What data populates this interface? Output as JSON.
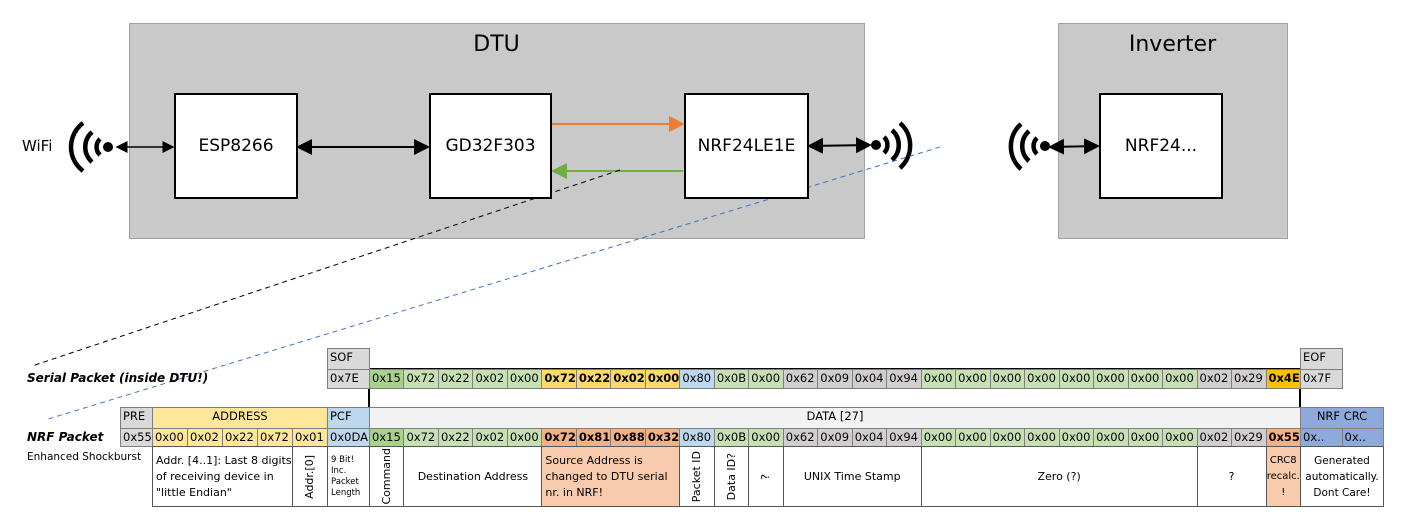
{
  "dtu": {
    "title": "DTU",
    "chips": [
      "ESP8266",
      "GD32F303",
      "NRF24LE1E"
    ]
  },
  "inverter": {
    "title": "Inverter",
    "chip": "NRF24..."
  },
  "wifi_label": "WiFi",
  "colors": {
    "box_gray": "#c9c9c9",
    "arrow_orange": "#ed7d31",
    "arrow_green": "#70ad47",
    "link_blue": "#4472c4",
    "cmd_green": "#a9d18e",
    "light_green": "#c6e0b4",
    "yellow": "#ffd966",
    "blue": "#bdd7ee",
    "gray": "#d0cece",
    "gold": "#ffc000",
    "salmon": "#f4b183",
    "peach": "#f8cbad",
    "crc_blue": "#8eaadb"
  },
  "serial": {
    "row_label": "Serial Packet (inside DTU!)",
    "sof_header": "SOF",
    "sof_value": "0x7E",
    "eof_header": "EOF",
    "eof_value": "0x7F",
    "bytes": [
      "0x15",
      "0x72",
      "0x22",
      "0x02",
      "0x00",
      "0x72",
      "0x22",
      "0x02",
      "0x00",
      "0x80",
      "0x0B",
      "0x00",
      "0x62",
      "0x09",
      "0x04",
      "0x94",
      "0x00",
      "0x00",
      "0x00",
      "0x00",
      "0x00",
      "0x00",
      "0x00",
      "0x00",
      "0x02",
      "0x29",
      "0x4E"
    ],
    "byte_colors": [
      "cmd",
      "lg",
      "lg",
      "lg",
      "lg",
      "yel",
      "yel",
      "yel",
      "yel",
      "blu",
      "lg",
      "lg",
      "gr",
      "gr",
      "gr",
      "gr",
      "lg",
      "lg",
      "lg",
      "lg",
      "lg",
      "lg",
      "lg",
      "lg",
      "gr",
      "gr",
      "gold"
    ]
  },
  "nrf": {
    "row_label": "NRF Packet",
    "sub_label": "Enhanced Shockburst",
    "pre_header": "PRE",
    "pre_value": "0x55",
    "address_header": "ADDRESS",
    "address_values": [
      "0x00",
      "0x02",
      "0x22",
      "0x72",
      "0x01"
    ],
    "pcf_header": "PCF",
    "pcf_value": "0x0DA",
    "data_header": "DATA [27]",
    "bytes": [
      "0x15",
      "0x72",
      "0x22",
      "0x02",
      "0x00",
      "0x72",
      "0x81",
      "0x88",
      "0x32",
      "0x80",
      "0x0B",
      "0x00",
      "0x62",
      "0x09",
      "0x04",
      "0x94",
      "0x00",
      "0x00",
      "0x00",
      "0x00",
      "0x00",
      "0x00",
      "0x00",
      "0x00",
      "0x02",
      "0x29",
      "0x55"
    ],
    "byte_colors": [
      "cmd",
      "lg",
      "lg",
      "lg",
      "lg",
      "sal",
      "sal",
      "sal",
      "sal",
      "blu",
      "lg",
      "lg",
      "gr",
      "gr",
      "gr",
      "gr",
      "lg",
      "lg",
      "lg",
      "lg",
      "lg",
      "lg",
      "lg",
      "lg",
      "gr",
      "gr",
      "sal"
    ],
    "crc_header": "NRF CRC",
    "crc_values": [
      "0x..",
      "0x.."
    ],
    "addr_desc": "Addr. [4..1]: Last 8 digits of receiving device in \"little Endian\"",
    "addr0_desc": "Addr.[0]",
    "pcf_desc": "9 Bit! Inc. Packet Length",
    "crc_desc": "Generated automatically. Dont Care!",
    "data_desc": [
      {
        "text": "Command",
        "start": 0,
        "span": 1,
        "vertical": true
      },
      {
        "text": "Destination Address",
        "start": 1,
        "span": 4
      },
      {
        "text": "Source Address is changed to DTU serial nr. in NRF!",
        "start": 5,
        "span": 4,
        "peach": true,
        "left": true
      },
      {
        "text": "Packet ID",
        "start": 9,
        "span": 1,
        "vertical": true
      },
      {
        "text": "Data ID?",
        "start": 10,
        "span": 1,
        "vertical": true
      },
      {
        "text": "?",
        "start": 11,
        "span": 1,
        "vertical": true
      },
      {
        "text": "UNIX Time Stamp",
        "start": 12,
        "span": 4
      },
      {
        "text": "Zero (?)",
        "start": 16,
        "span": 8
      },
      {
        "text": "?",
        "start": 24,
        "span": 2
      },
      {
        "text": "CRC8 recalc. !",
        "start": 26,
        "span": 1,
        "peach": true
      }
    ]
  }
}
